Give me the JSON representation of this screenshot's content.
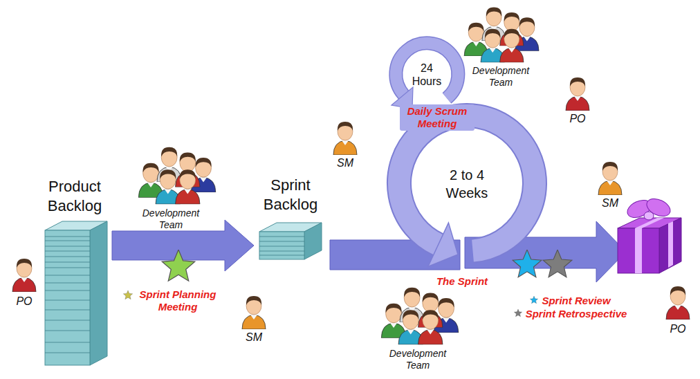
{
  "diagram": {
    "nodes": [
      {
        "text": [
          "Product Backlog"
        ]
      },
      {
        "text": [
          "Sprint Backlog"
        ]
      }
    ],
    "edges": [
      {
        "from": 0,
        "to": 1,
        "arrow": "to"
      }
    ],
    "labels": [
      "PO",
      "Development Team",
      "Sprint Planning Meeting",
      "SM",
      "SM",
      "24 Hours",
      "Daily Scrum Meeting",
      "Development Team",
      "PO",
      "2 to 4 Weeks",
      "SM",
      "The Sprint",
      "Development Team",
      "Sprint Review",
      "Sprint Retrospective",
      "PO"
    ]
  }
}
